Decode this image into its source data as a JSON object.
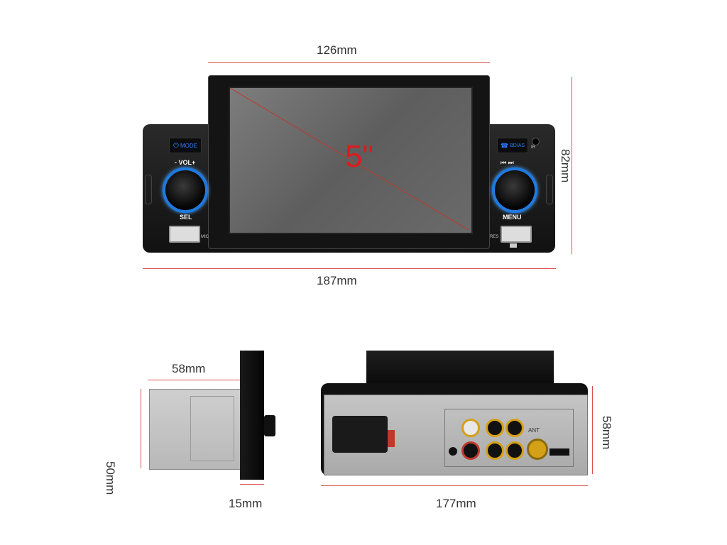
{
  "front_view": {
    "screen_size_label": "5\"",
    "screen_width_label": "126mm",
    "total_width_label": "187mm",
    "height_label": "82mm",
    "left_panel": {
      "mode_label": "MODE",
      "vol_label": "- VOL+",
      "sel_label": "SEL",
      "mic_label": "MIC"
    },
    "right_panel": {
      "bd_label": "BD/AS",
      "ir_label": "IR",
      "menu_label": "MENU",
      "res_label": "RES",
      "track_icons": "⏮ ⏭"
    }
  },
  "side_view": {
    "depth_label": "58mm",
    "height_label": "50mm",
    "faceplate_depth_label": "15mm"
  },
  "rear_view": {
    "width_label": "177mm",
    "height_label": "58mm",
    "ant_label": "ANT"
  },
  "colors": {
    "dimension_line": "#d9534f",
    "accent_blue": "#2a7fff",
    "screen_label": "#e01a1a"
  }
}
